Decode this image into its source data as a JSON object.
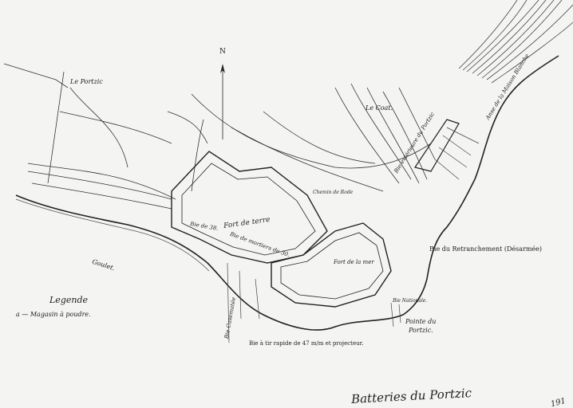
{
  "map": {
    "north_label": "N",
    "places": {
      "le_portzic": "Le Portzic",
      "le_coat": "Le Coat.",
      "goulet": "Goulet.",
      "chemin": "Chemin de Rode",
      "anse": "Anse de la Maison Blanche",
      "pointe_line1": "Pointe du",
      "pointe_line2": "Portzic."
    },
    "batteries": {
      "fort_de_terre": "Fort de terre",
      "bie_38": "Bie de 38.",
      "bie_mortiers": "Bie de mortiers de 30.",
      "fort_de_mer": "Fort de la mer",
      "retranchement": "Bie du Retranchement (Désarmée)",
      "nationale": "Bie Nationale.",
      "tir_rapide": "Bie à tir rapide de 47 m/m et projecteur.",
      "casemates": "Bie Casematée",
      "exterieure": "Bie extérieure du Portzic"
    },
    "legend": {
      "title": "Legende",
      "item": "a — Magasin à poudre."
    },
    "caption": "Batteries du Portzic",
    "corner_number": "191"
  },
  "colors": {
    "paper": "#f4f4f3",
    "ink": "#222222"
  }
}
